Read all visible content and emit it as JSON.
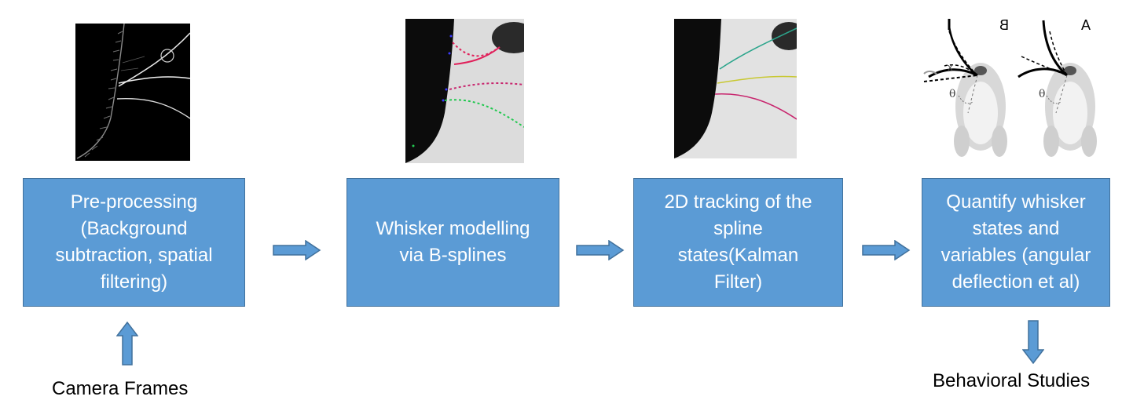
{
  "steps": [
    {
      "label": "Pre-processing\n(Background\nsubtraction, spatial\nfiltering)"
    },
    {
      "label": "Whisker modelling\nvia B-splines"
    },
    {
      "label": "2D tracking of the\nspline\nstates(Kalman\nFilter)"
    },
    {
      "label": "Quantify whisker\nstates and\nvariables (angular\ndeflection et al)"
    }
  ],
  "input_label": "Camera Frames",
  "output_label": "Behavioral Studies",
  "panel_letters": {
    "left": "B",
    "right": "A"
  },
  "angle_symbol": "θ",
  "axis_symbol": "x",
  "colors": {
    "box_fill": "#5b9bd5",
    "box_border": "#41719c",
    "arrow": "#5b9bd5",
    "spline_red": "#e0205a",
    "spline_magenta": "#c8266e",
    "spline_green": "#22c850",
    "spline_yellow": "#c8c832",
    "spline_teal": "#2ca58c"
  }
}
